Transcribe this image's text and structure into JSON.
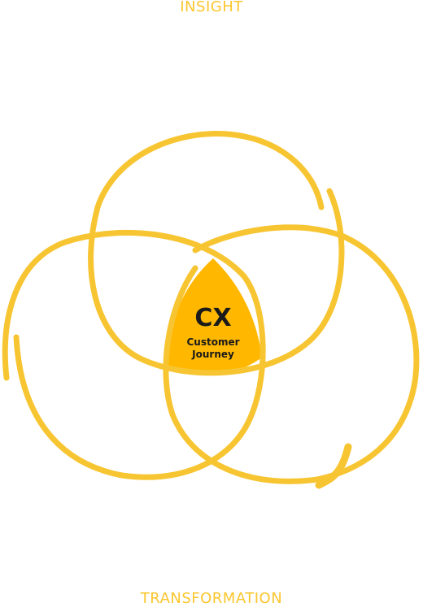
{
  "diagram": {
    "top_label": "INSIGHT",
    "bottom_label": "TRANSFORMATION",
    "center_title": "CX",
    "center_line1": "Customer",
    "center_line2": "Journey"
  },
  "colors": {
    "ring": "#F7C531",
    "center_fill": "#FFB700",
    "center_text": "#1a1a1a",
    "label_text": "#FBC62E"
  },
  "icons": {
    "ring": "hand-drawn-circle"
  }
}
